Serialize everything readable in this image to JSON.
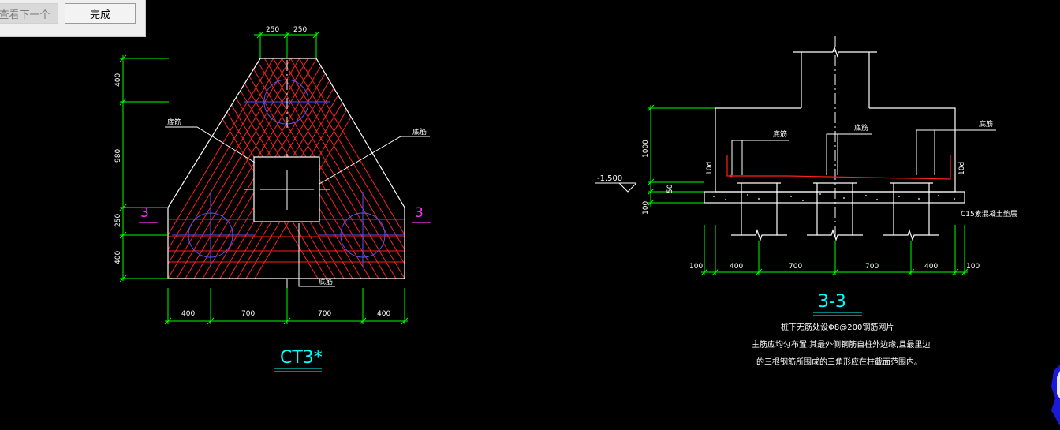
{
  "toolbar": {
    "next_label": "查看下一个",
    "done_label": "完成"
  },
  "colors": {
    "background": "#000000",
    "outline": "#ffffff",
    "dimension": "#00ff00",
    "rebar": "#ff2020",
    "axis": "#5555ff",
    "section_mark": "#ff33ff",
    "title": "#00ffff"
  },
  "plan": {
    "title": "CT3*",
    "section_left": "3",
    "section_right": "3",
    "top_dims": [
      "250",
      "250"
    ],
    "left_dims": [
      "400",
      "980",
      "250",
      "400"
    ],
    "bottom_dims": [
      "400",
      "700",
      "700",
      "400"
    ],
    "labels": {
      "leader_left": "底筋",
      "leader_right": "底筋",
      "leader_bottom": "底筋"
    }
  },
  "section": {
    "title": "3-3",
    "elevation": "-1.500",
    "left_dims": [
      "1000",
      "50",
      "100"
    ],
    "side_labels": [
      "10d",
      "10d"
    ],
    "leader_labels": [
      "底筋",
      "底筋",
      "底筋"
    ],
    "cushion_label": "C15素混凝土垫层",
    "bottom_dims": [
      "100",
      "400",
      "700",
      "700",
      "400",
      "100"
    ]
  },
  "notes": [
    "桩下无筋处设Φ8@200钢筋网片",
    "主筋应均匀布置,其最外侧钢筋自桩外边缘,且最里边",
    "的三根钢筋所围成的三角形应在柱截面范围内。"
  ]
}
